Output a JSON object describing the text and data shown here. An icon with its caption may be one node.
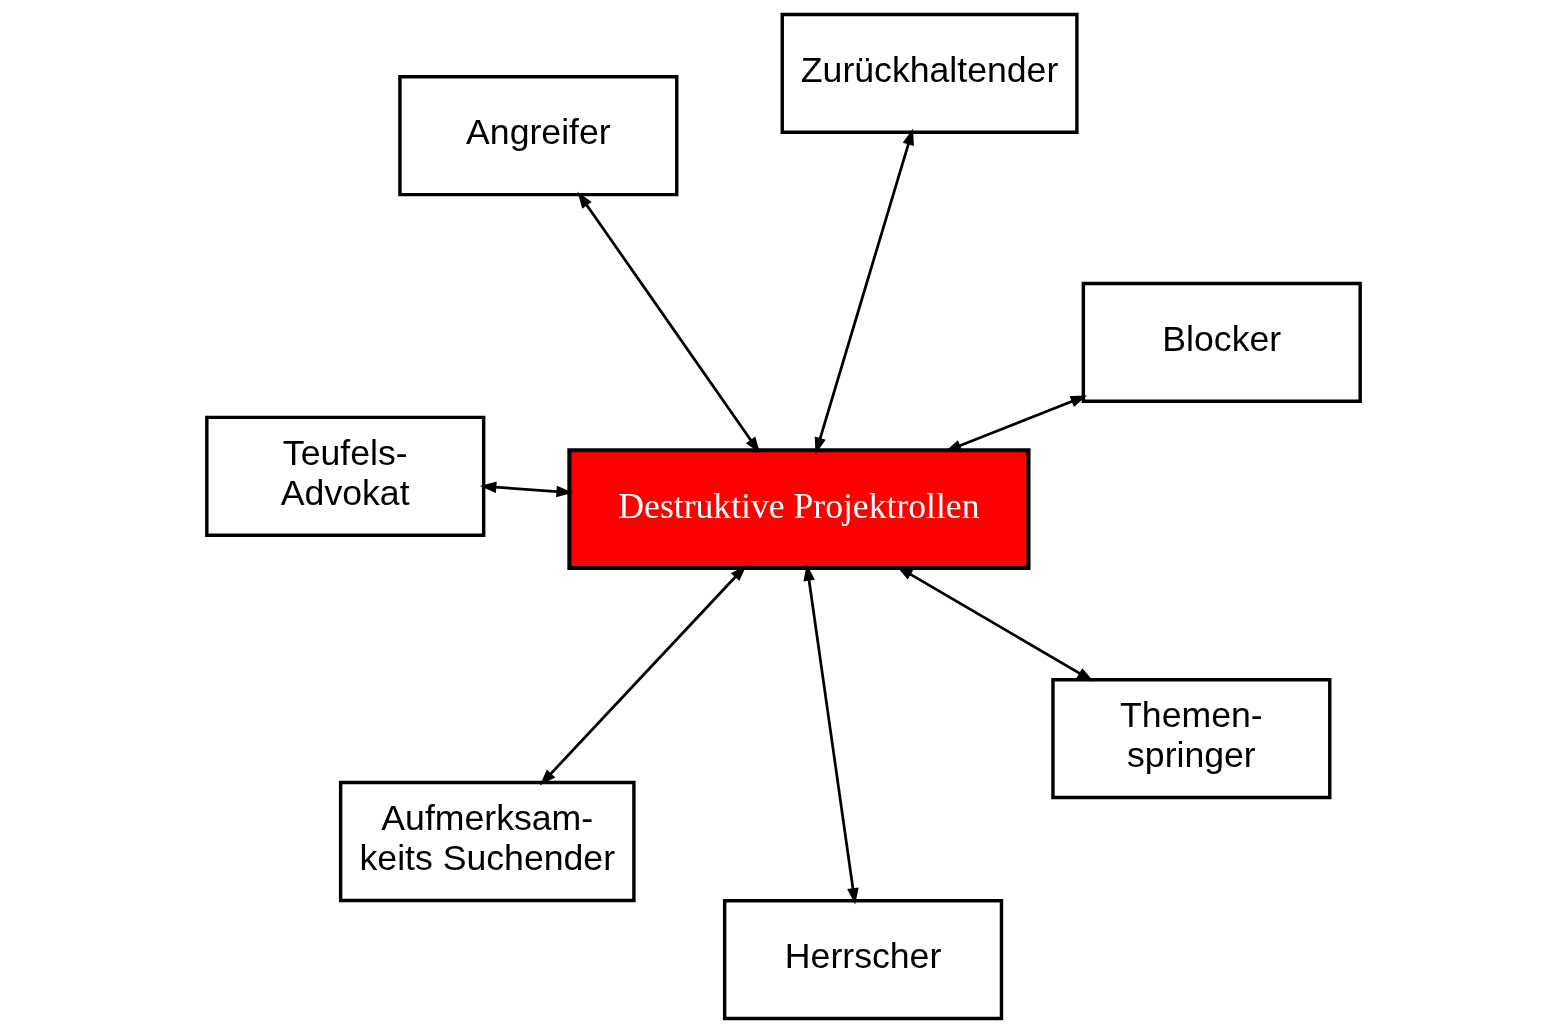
{
  "diagram": {
    "nodes": [
      {
        "text": [
          "Angreifer"
        ]
      },
      {
        "text": [
          "Blocker"
        ]
      },
      {
        "text": [
          "Herrscher"
        ]
      },
      {
        "text": [
          "Destruktive Projektrollen"
        ]
      },
      {
        "text": [
          "Zurückhaltender"
        ]
      },
      {
        "text": [
          "Teufels- Advokat"
        ]
      },
      {
        "text": [
          "Aufmerksam- keits Suchender"
        ]
      },
      {
        "text": [
          "Themen- springer"
        ]
      }
    ],
    "edges": [
      {
        "from": 3,
        "to": 0,
        "arrow": "both"
      },
      {
        "from": 3,
        "to": 1,
        "arrow": "both"
      },
      {
        "from": 3,
        "to": 2,
        "arrow": "both"
      },
      {
        "from": 3,
        "to": 4,
        "arrow": "both"
      },
      {
        "from": 3,
        "to": 5,
        "arrow": "both"
      },
      {
        "from": 3,
        "to": 6,
        "arrow": "both"
      },
      {
        "from": 3,
        "to": 7,
        "arrow": "both"
      }
    ]
  }
}
